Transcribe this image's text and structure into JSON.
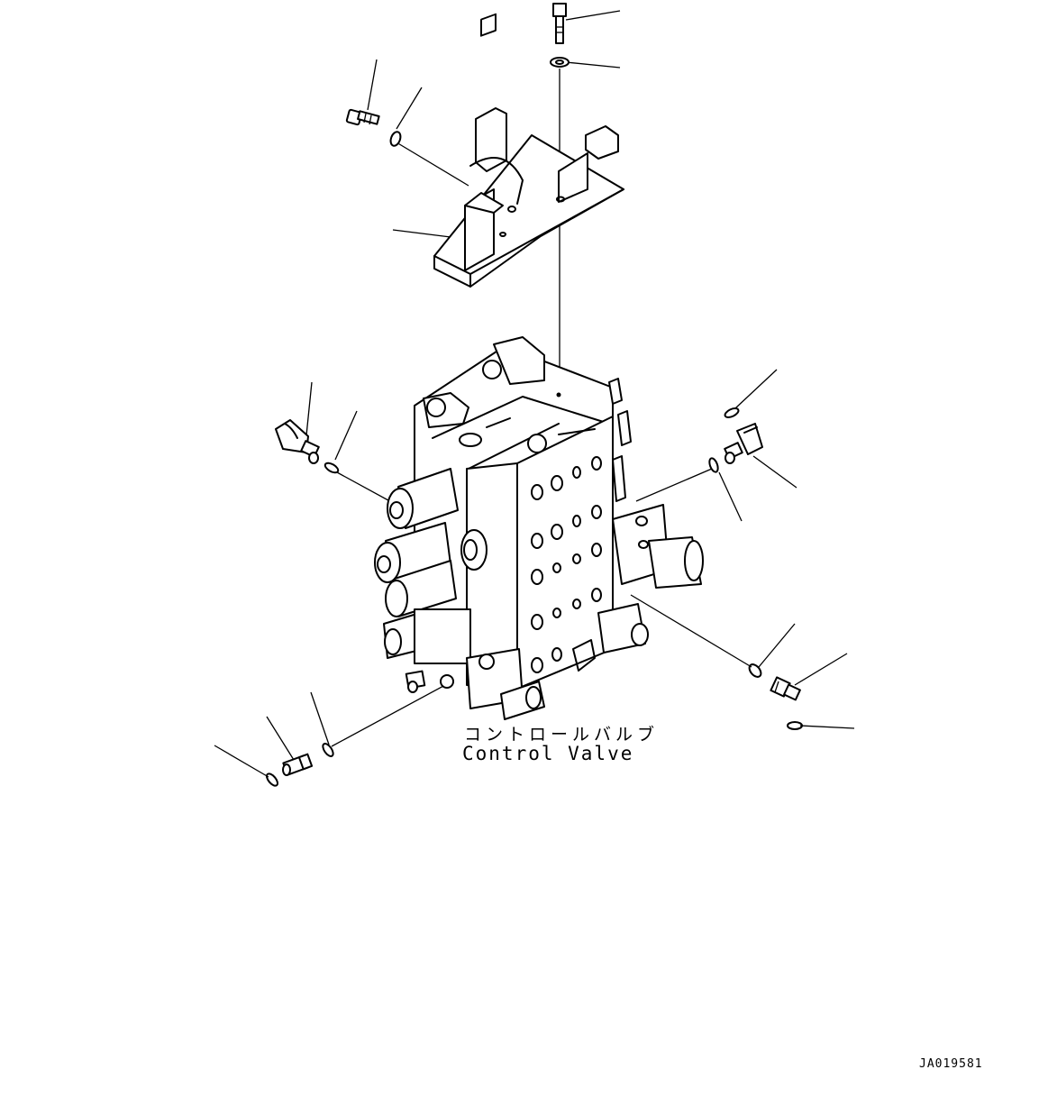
{
  "diagram": {
    "component_label_jp": "コントロールバルブ",
    "component_label_en": "Control Valve",
    "drawing_number": "JA019581"
  }
}
